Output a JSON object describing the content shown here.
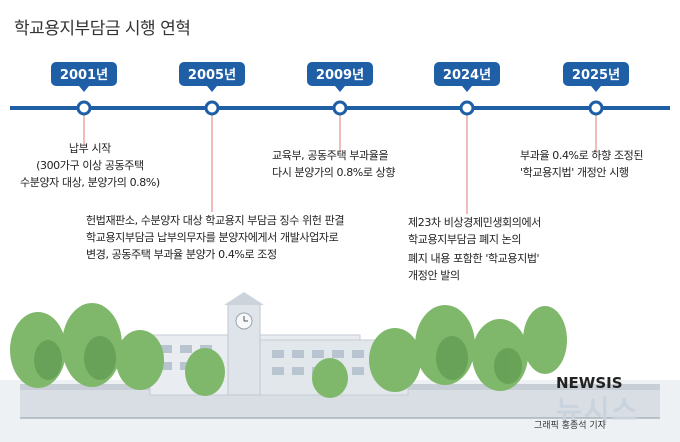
{
  "title": "학교용지부담금 시행 연혁",
  "timeline": [
    {
      "year": "2001년",
      "lines": [
        "납부 시작",
        "(300가구 이상 공동주택",
        "수분양자 대상, 분양가의 0.8%)"
      ]
    },
    {
      "year": "2005년",
      "lines": [
        "헌법재판소, 수분양자 대상 학교용지 부담금 징수 위헌 판결",
        "학교용지부담금 납부의무자를 분양자에게서 개발사업자로",
        "변경, 공동주택 부과율 분양가 0.4%로 조정"
      ]
    },
    {
      "year": "2009년",
      "lines": [
        "교육부, 공동주택 부과율을",
        "다시 분양가의 0.8%로 상향"
      ]
    },
    {
      "year": "2024년",
      "lines": [
        "제23차 비상경제민생회의에서",
        "학교용지부담금 폐지 논의"
      ],
      "extra_lines": [
        "폐지 내용 포함한 '학교용지법'",
        "개정안 발의"
      ]
    },
    {
      "year": "2025년",
      "lines": [
        "부과율 0.4%로 하향 조정된",
        "'학교용지법' 개정안 시행"
      ]
    }
  ],
  "colors": {
    "line": "#1f5fa6",
    "badge": "#1f5fa6",
    "badge_text": "#ffffff",
    "leader": "#e07a7a",
    "wall": "#d9dee4",
    "tree": "#7fb86b"
  },
  "logo": {
    "text": "NEWSIS",
    "korean": "뉴시스"
  },
  "credit": "그래픽 홍종석 기자"
}
